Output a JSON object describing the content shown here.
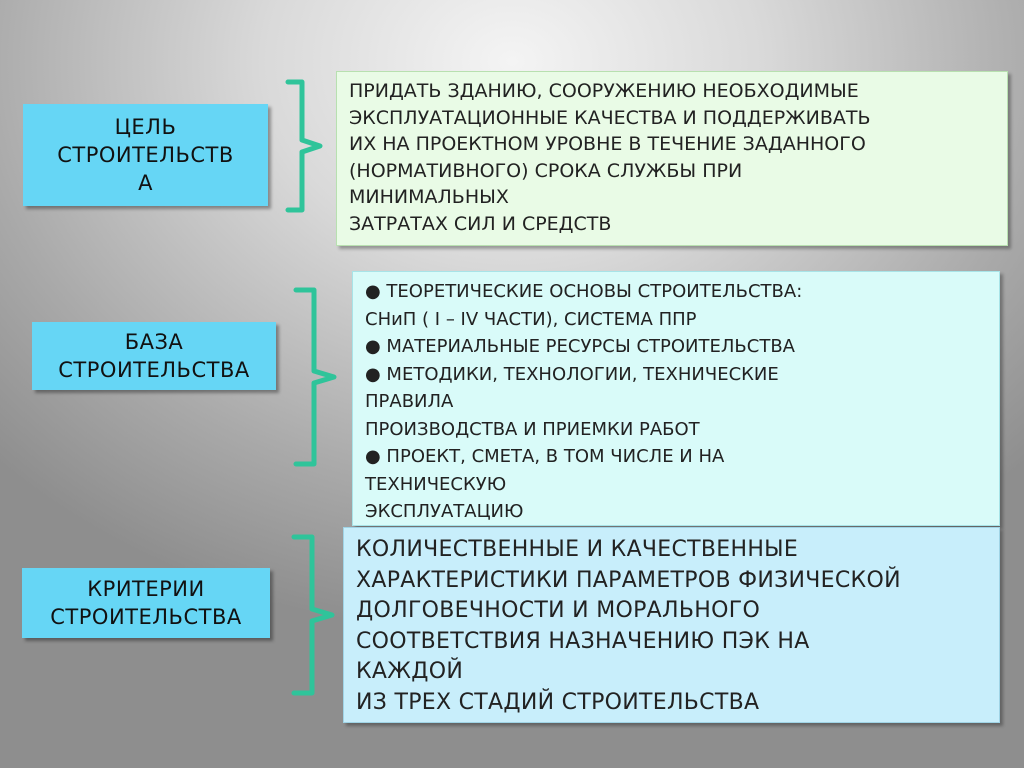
{
  "slide": {
    "rows": [
      {
        "label": "ЦЕЛЬ\nСТРОИТЕЛЬСТВ\nА",
        "content": "ПРИДАТЬ ЗДАНИЮ, СООРУЖЕНИЮ  НЕОБХОДИМЫЕ\nЭКСПЛУАТАЦИОННЫЕ КАЧЕСТВА И ПОДДЕРЖИВАТЬ\nИХ НА ПРОЕКТНОМ УРОВНЕ В ТЕЧЕНИЕ ЗАДАННОГО\n(НОРМАТИВНОГО) СРОКА СЛУЖБЫ ПРИ\nМИНИМАЛЬНЫХ\nЗАТРАТАХ СИЛ И СРЕДСТВ"
      },
      {
        "label": "БАЗА\nСТРОИТЕЛЬСТВА",
        "content": "● ТЕОРЕТИЧЕСКИЕ ОСНОВЫ СТРОИТЕЛЬСТВА:\nСНиП ( I – IV ЧАСТИ), СИСТЕМА ППР\n●  МАТЕРИАЛЬНЫЕ РЕСУРСЫ СТРОИТЕЛЬСТВА\n●  МЕТОДИКИ, ТЕХНОЛОГИИ, ТЕХНИЧЕСКИЕ\nПРАВИЛА\nПРОИЗВОДСТВА И ПРИЕМКИ РАБОТ\n●  ПРОЕКТ, СМЕТА, В ТОМ ЧИСЛЕ И НА\nТЕХНИЧЕСКУЮ\nЭКСПЛУАТАЦИЮ"
      },
      {
        "label": "КРИТЕРИИ\nСТРОИТЕЛЬСТВА",
        "content": "КОЛИЧЕСТВЕННЫЕ  И  КАЧЕСТВЕННЫЕ\nХАРАКТЕРИСТИКИ ПАРАМЕТРОВ  ФИЗИЧЕСКОЙ\nДОЛГОВЕЧНОСТИ  И  МОРАЛЬНОГО\nСООТВЕТСТВИЯ НАЗНАЧЕНИЮ  ПЭК  НА\nКАЖДОЙ\n ИЗ  ТРЕХ  СТАДИЙ  СТРОИТЕЛЬСТВА"
      }
    ]
  },
  "colors": {
    "label_fill": "#66d6f5",
    "box1_fill": "#e9fbe6",
    "box2_fill": "#d9fbf9",
    "box3_fill": "#c8eefb",
    "bracket": "#2fc49a"
  }
}
